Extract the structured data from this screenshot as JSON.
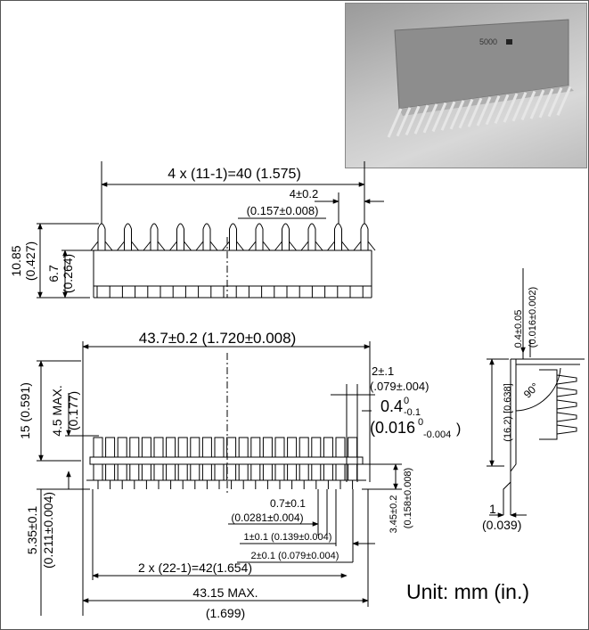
{
  "photo": {
    "part_marking": "5000"
  },
  "top_view": {
    "pitch_total": "4 x (11-1)=40 (1.575)",
    "pitch_mm": "4±0.2",
    "pitch_in": "(0.157±0.008)",
    "height_mm": "10.85",
    "height_in": "(0.427)",
    "body_mm": "6.7",
    "body_in": "(0.264)"
  },
  "front_view": {
    "width_mm": "43.7±0.2 (1.720±0.008)",
    "tab_mm": "2±.1",
    "tab_in": "(.079±.004)",
    "gap_mm_base": "0.4",
    "gap_mm_sup": "0",
    "gap_mm_sub": "-0.1",
    "gap_in_base": "(0.016",
    "gap_in_sup": "0",
    "gap_in_sub": "-0.004",
    "gap_in_close": ")",
    "height_mm": "15 (0.591)",
    "max_mm": "4.5 MAX.",
    "max_in": "(0.177)",
    "lead_mm": "5.35±0.1",
    "lead_in": "(0.211±0.004)",
    "depth_mm": "3.45±0.2",
    "depth_in": "(0.158±0.008)",
    "pin_w_mm": "0.7±0.1",
    "pin_w_in": "(0.0281±0.004)",
    "pin_a": "1±0.1 (0.139±0.004)",
    "pin_b": "2±0.1 (0.079±0.004)",
    "pitch_total": "2 x (22-1)=42(1.654)",
    "overall_mm": "43.15 MAX.",
    "overall_in": "(1.699)"
  },
  "side_view": {
    "thick_mm": "0.4±0.05",
    "thick_in": "(0.016±0.002)",
    "height": "(16.2) [0.638]",
    "angle": "90°",
    "foot_mm": "1",
    "foot_in": "(0.039)"
  },
  "unit_label": "Unit: mm (in.)"
}
